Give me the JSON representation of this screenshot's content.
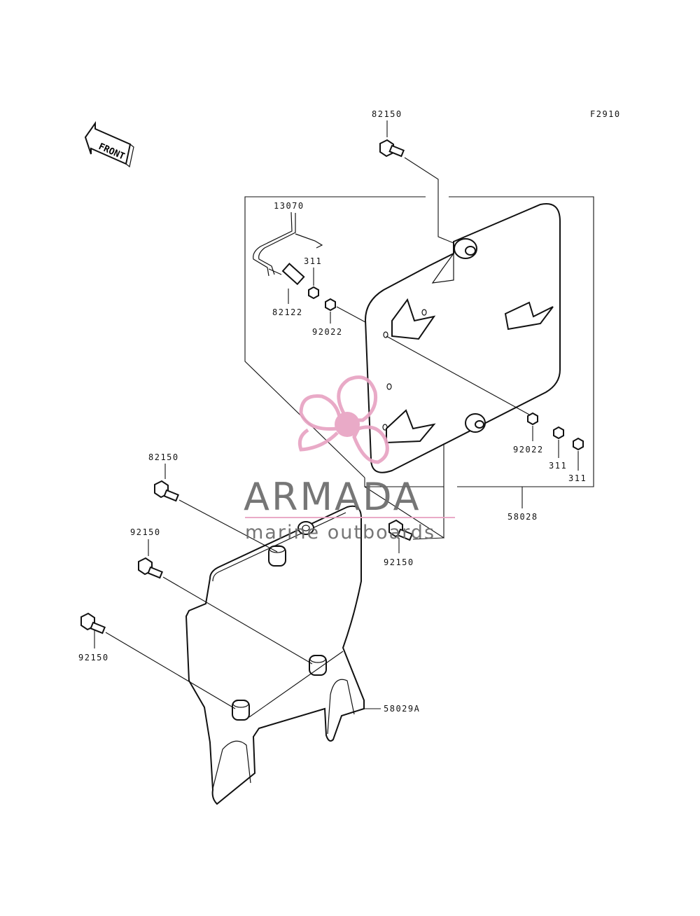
{
  "figure_code": "F2910",
  "front_label": "FRONT",
  "colors": {
    "line": "#111111",
    "watermark_pink": "#e8a3c3",
    "watermark_gray": "#6b6b6b"
  },
  "watermark": {
    "name": "ARMADA",
    "tagline": "marine outboards",
    "icon": "propeller-logo-icon"
  },
  "parts": {
    "bolt_top": "82150",
    "bracket": "13070",
    "collar": "82122",
    "nut_upper": "311",
    "washer_upper": "92022",
    "washer_lower": "92022",
    "nut_lower_a": "311",
    "nut_lower_b": "311",
    "plate_assy": "58028",
    "bolt_left_top": "82150",
    "bolt_left_mid": "92150",
    "bolt_left_low": "92150",
    "bolt_center": "92150",
    "cover": "58029A"
  }
}
